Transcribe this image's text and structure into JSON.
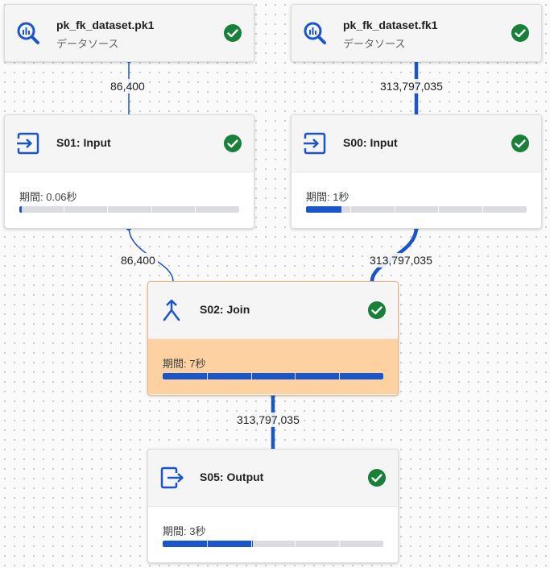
{
  "colors": {
    "accent": "#1a56c9",
    "success": "#188038",
    "selected_body": "#fed1a0",
    "canvas": "#fafafa"
  },
  "nodes": {
    "src_pk1": {
      "title": "pk_fk_dataset.pk1",
      "subtitle": "データソース",
      "icon": "bigquery-search-icon",
      "status": "success"
    },
    "src_fk1": {
      "title": "pk_fk_dataset.fk1",
      "subtitle": "データソース",
      "icon": "bigquery-search-icon",
      "status": "success"
    },
    "s01": {
      "title": "S01: Input",
      "duration": "期間: 0.06秒",
      "progress": 0.01,
      "icon": "input-icon",
      "status": "success"
    },
    "s00": {
      "title": "S00: Input",
      "duration": "期間: 1秒",
      "progress": 0.16,
      "icon": "input-icon",
      "status": "success"
    },
    "s02": {
      "title": "S02: Join",
      "duration": "期間: 7秒",
      "progress": 1.0,
      "icon": "join-icon",
      "status": "success",
      "selected": true
    },
    "s05": {
      "title": "S05: Output",
      "duration": "期間: 3秒",
      "progress": 0.41,
      "icon": "output-icon",
      "status": "success"
    }
  },
  "edges": {
    "pk1_s01": "86,400",
    "fk1_s00": "313,797,035",
    "s01_s02": "86,400",
    "s00_s02": "313,797,035",
    "s02_s05": "313,797,035"
  }
}
